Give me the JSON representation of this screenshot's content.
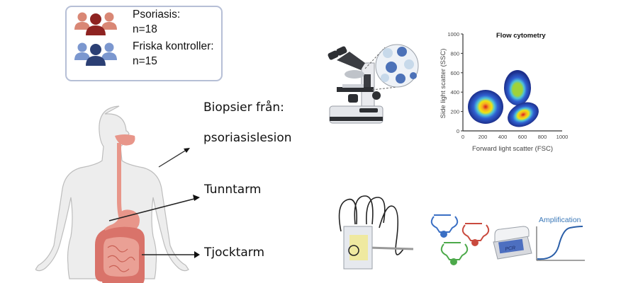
{
  "legend": {
    "groups": [
      {
        "label": "Psoriasis:",
        "count": "n=18",
        "icon": "people-group-icon",
        "colors": {
          "front": "#8e2321",
          "back": "#d98775"
        }
      },
      {
        "label": "Friska kontroller:",
        "count": "n=15",
        "icon": "people-group-icon",
        "colors": {
          "front": "#2b3f74",
          "back": "#7b97cf"
        }
      }
    ]
  },
  "biopsy": {
    "heading": "Biopsier från:",
    "sites": [
      "psoriasislesion",
      "Tunntarm",
      "Tjocktarm"
    ]
  },
  "flow_cytometry": {
    "title": "Flow cytometry",
    "xlabel": "Forward light scatter (FSC)",
    "ylabel": "Side light scatter (SSC)",
    "xticks": [
      "0",
      "200",
      "400",
      "600",
      "800",
      "1000"
    ],
    "yticks": [
      "0",
      "200",
      "400",
      "600",
      "800",
      "1000"
    ]
  },
  "pcr": {
    "device_label": "PCR",
    "curve_label": "Amplification"
  },
  "colors": {
    "organ": "#e8968a",
    "body": "#ededed",
    "accent_blue": "#3a78b8"
  }
}
